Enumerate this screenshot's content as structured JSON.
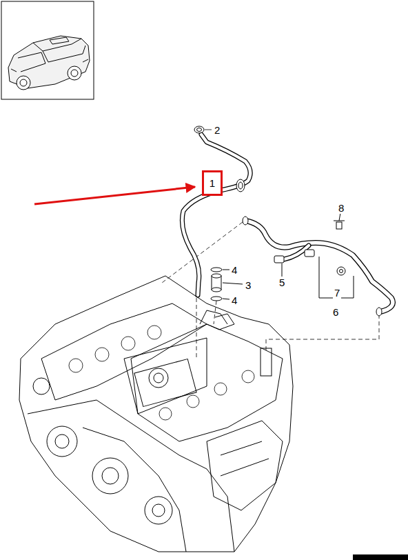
{
  "diagram": {
    "nodes": [
      {
        "text": [
          "1"
        ]
      }
    ],
    "labels": [
      "2",
      "4",
      "3",
      "4",
      "5",
      "7",
      "6",
      "8"
    ]
  }
}
